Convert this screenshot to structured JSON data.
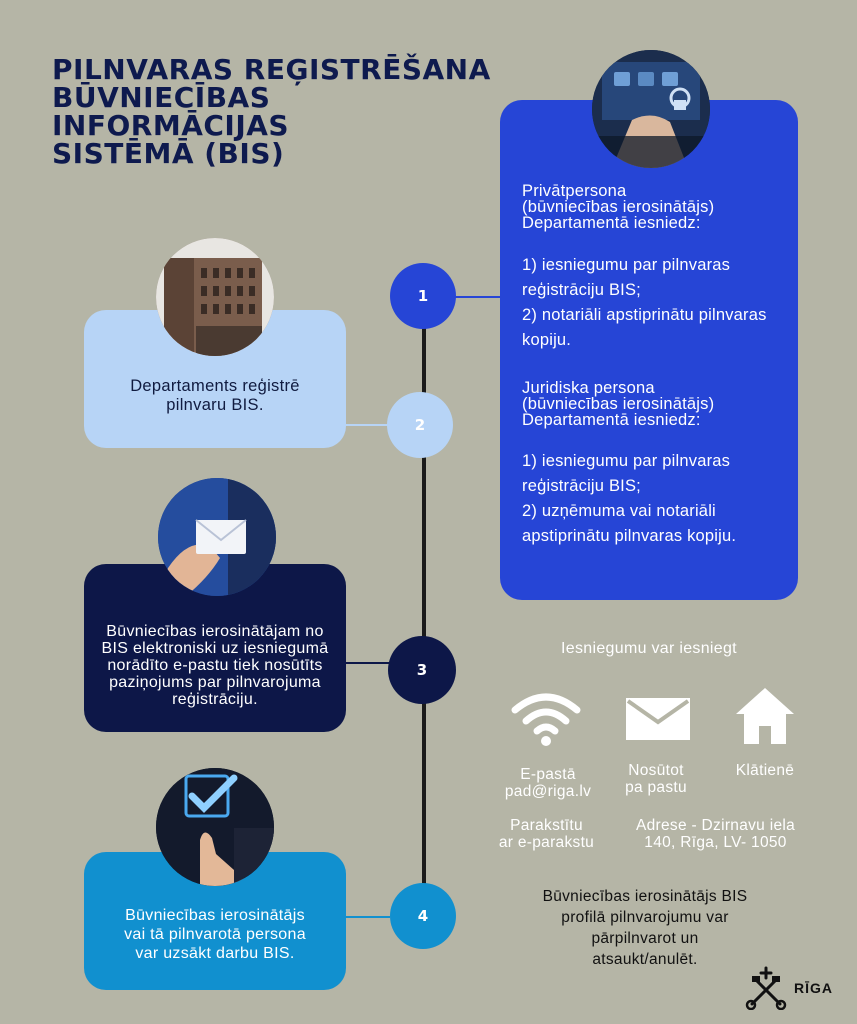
{
  "title": {
    "line1": "PILNVARAS REĢISTRĒŠANA",
    "line2": "BŪVNIECĪBAS INFORMĀCIJAS",
    "line3": "SISTĒMĀ (BIS)"
  },
  "steps": [
    {
      "num": "1"
    },
    {
      "num": "2",
      "text": "Departaments reģistrē pilnvaru BIS."
    },
    {
      "num": "3",
      "text": "Būvniecības ierosinātājam no BIS elektroniski uz iesniegumā norādīto e-pastu tiek nosūtīts paziņojums par pilnvarojuma reģistrāciju."
    },
    {
      "num": "4",
      "text": "Būvniecības ierosinātājs vai tā pilnvarotā persona var uzsākt darbu BIS."
    }
  ],
  "blue_card": {
    "private_heading": [
      "Privātpersona",
      "(būvniecības ierosinātājs)",
      "Departamentā iesniedz:"
    ],
    "private_items": [
      "1) iesniegumu par pilnvaras reģistrāciju BIS;",
      "2) notariāli apstiprinātu pilnvaras kopiju."
    ],
    "legal_heading": [
      "Juridiska persona",
      "(būvniecības ierosinātājs)",
      "Departamentā iesniedz:"
    ],
    "legal_items": [
      "1) iesniegumu par pilnvaras reģistrāciju BIS;",
      "2) uzņēmuma vai notariāli apstiprinātu pilnvaras kopiju."
    ]
  },
  "submit": {
    "heading": "Iesniegumu var iesniegt",
    "options": [
      {
        "icon": "wifi-icon",
        "label_line1": "E-pastā",
        "label_line2": "pad@riga.lv"
      },
      {
        "icon": "envelope-icon",
        "label_line1": "Nosūtot",
        "label_line2": "pa pastu"
      },
      {
        "icon": "house-icon",
        "label_line1": "Klātienē",
        "label_line2": ""
      }
    ],
    "email_note": [
      "Parakstītu",
      "ar e-parakstu"
    ],
    "address": [
      "Adrese - Dzirnavu iela",
      "140, Rīga, LV- 1050"
    ]
  },
  "footer_note": [
    "Būvniecības ierosinātājs BIS",
    "profilā pilnvarojumu var",
    "pārpilnvarot un",
    "atsaukt/anulēt."
  ],
  "logo_text": "RĪGA",
  "colors": {
    "background": "#b5b5a6",
    "title": "#0e1a4e",
    "royal_blue": "#2645d6",
    "light_blue": "#b7d4f6",
    "navy": "#0d1748",
    "sky_blue": "#1190cf"
  }
}
